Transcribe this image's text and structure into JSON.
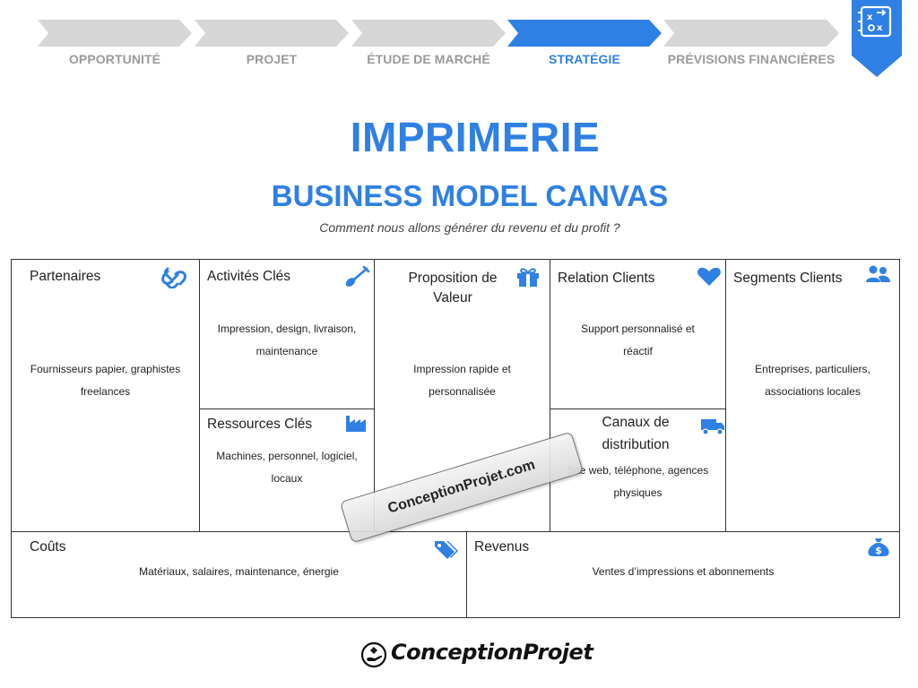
{
  "steps": [
    {
      "label": "OPPORTUNITÉ",
      "active": false
    },
    {
      "label": "PROJET",
      "active": false
    },
    {
      "label": "ÉTUDE DE MARCHÉ",
      "active": false
    },
    {
      "label": "STRATÉGIE",
      "active": true
    },
    {
      "label": "PRÉVISIONS FINANCIÈRES",
      "active": false
    }
  ],
  "colors": {
    "accent": "#2f80e4",
    "step_inactive": "#d6d6d6",
    "step_label": "#9a9a9a"
  },
  "title": "IMPRIMERIE",
  "subtitle": "BUSINESS MODEL CANVAS",
  "tagline": "Comment nous allons générer du revenu et du profit ?",
  "canvas": {
    "partenaires": {
      "title": "Partenaires",
      "body": "Fournisseurs papier, graphistes freelances",
      "icon": "link-icon"
    },
    "activites": {
      "title": "Activités Clés",
      "body": "Impression, design, livraison, maintenance",
      "icon": "shovel-icon"
    },
    "ressources": {
      "title": "Ressources Clés",
      "body": "Machines, personnel, logiciel, locaux",
      "icon": "factory-icon"
    },
    "proposition": {
      "title": "Proposition de Valeur",
      "body": "Impression rapide et personnalisée",
      "icon": "gift-icon"
    },
    "relation": {
      "title": "Relation Clients",
      "body": "Support personnalisé et réactif",
      "icon": "heart-icon"
    },
    "canaux": {
      "title": "Canaux de distribution",
      "body": "Site web, téléphone, agences physiques",
      "icon": "truck-icon"
    },
    "segments": {
      "title": "Segments Clients",
      "body": "Entreprises, particuliers, associations locales",
      "icon": "users-icon"
    },
    "couts": {
      "title": "Coûts",
      "body": "Matériaux, salaires, maintenance, énergie",
      "icon": "tags-icon"
    },
    "revenus": {
      "title": "Revenus",
      "body": "Ventes d’impressions et abonnements",
      "icon": "money-bag-icon"
    }
  },
  "watermark": "ConceptionProjet.com",
  "logo": {
    "text": "ConceptionProjet"
  }
}
